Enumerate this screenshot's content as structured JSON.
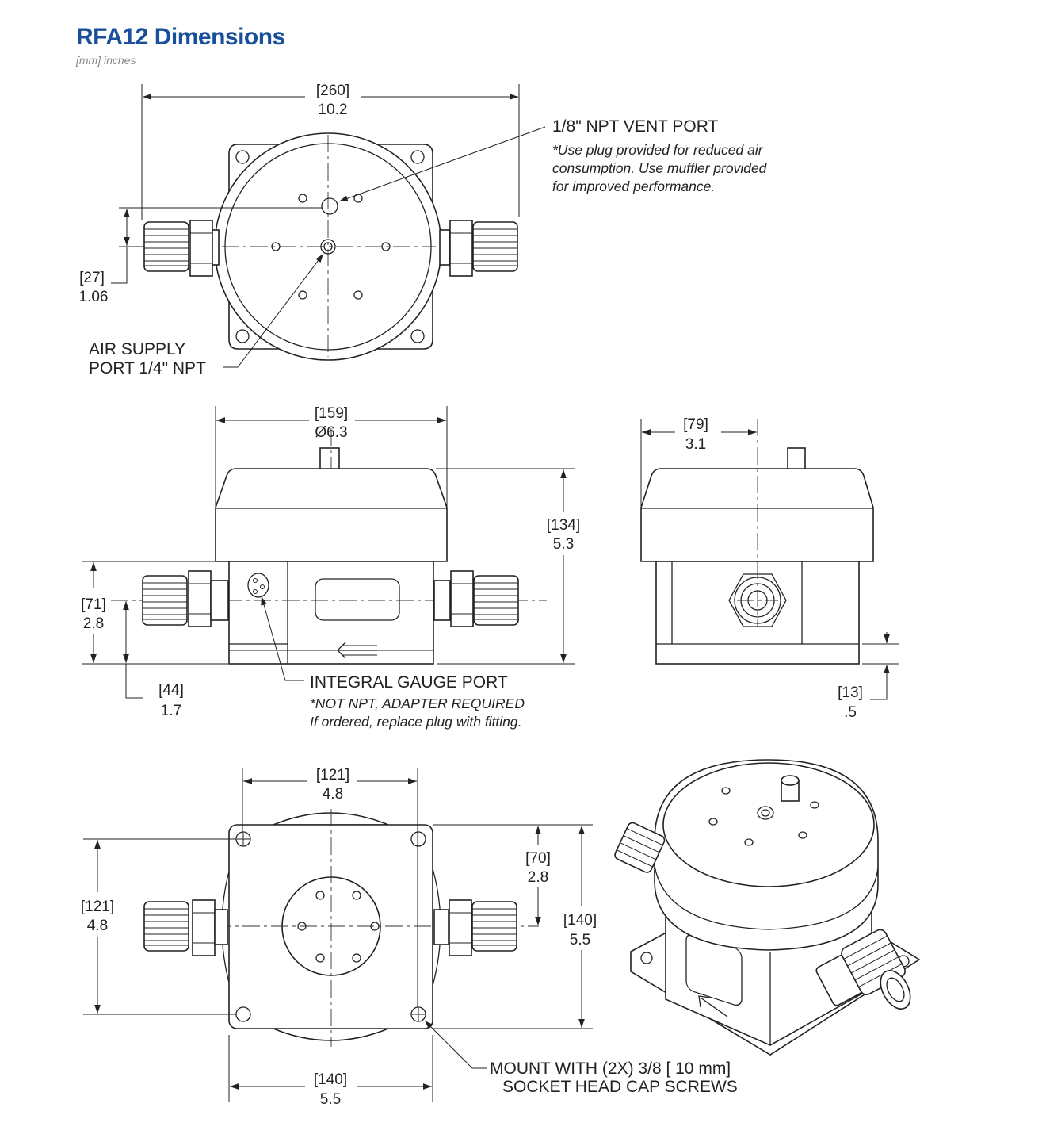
{
  "title": "RFA12 Dimensions",
  "subtitle": "[mm] inches",
  "dimensions": {
    "top_width_mm": "260",
    "top_width_in": "10.2",
    "top_offset_mm": "27",
    "top_offset_in": "1.06",
    "dia_mm": "159",
    "dia_in": "6.3",
    "height_mm": "134",
    "height_in": "5.3",
    "port_height_mm": "71",
    "port_height_in": "2.8",
    "port_low_mm": "44",
    "port_low_in": "1.7",
    "side_depth_mm": "79",
    "side_depth_in": "3.1",
    "base_mm": "13",
    "base_in": ".5",
    "bolt_x_mm": "121",
    "bolt_x_in": "4.8",
    "bolt_y_mm": "121",
    "bolt_y_in": "4.8",
    "center_mm": "70",
    "center_in": "2.8",
    "base_depth_mm": "140",
    "base_depth_in": "5.5",
    "base_width_mm": "140",
    "base_width_in": "5.5"
  },
  "callouts": {
    "vent_title": "1/8\" NPT VENT PORT",
    "vent_note_1": "*Use plug provided for reduced air",
    "vent_note_2": "consumption. Use muffler provided",
    "vent_note_3": "for improved performance.",
    "air_1": "AIR SUPPLY",
    "air_2": "PORT 1/4\" NPT",
    "gauge_title": "INTEGRAL GAUGE PORT",
    "gauge_note_1": "*NOT NPT, ADAPTER REQUIRED",
    "gauge_note_2": "If ordered, replace plug with fitting.",
    "mount_1": "MOUNT WITH (2X) 3/8 [ 10 mm]",
    "mount_2": "SOCKET HEAD CAP SCREWS"
  }
}
